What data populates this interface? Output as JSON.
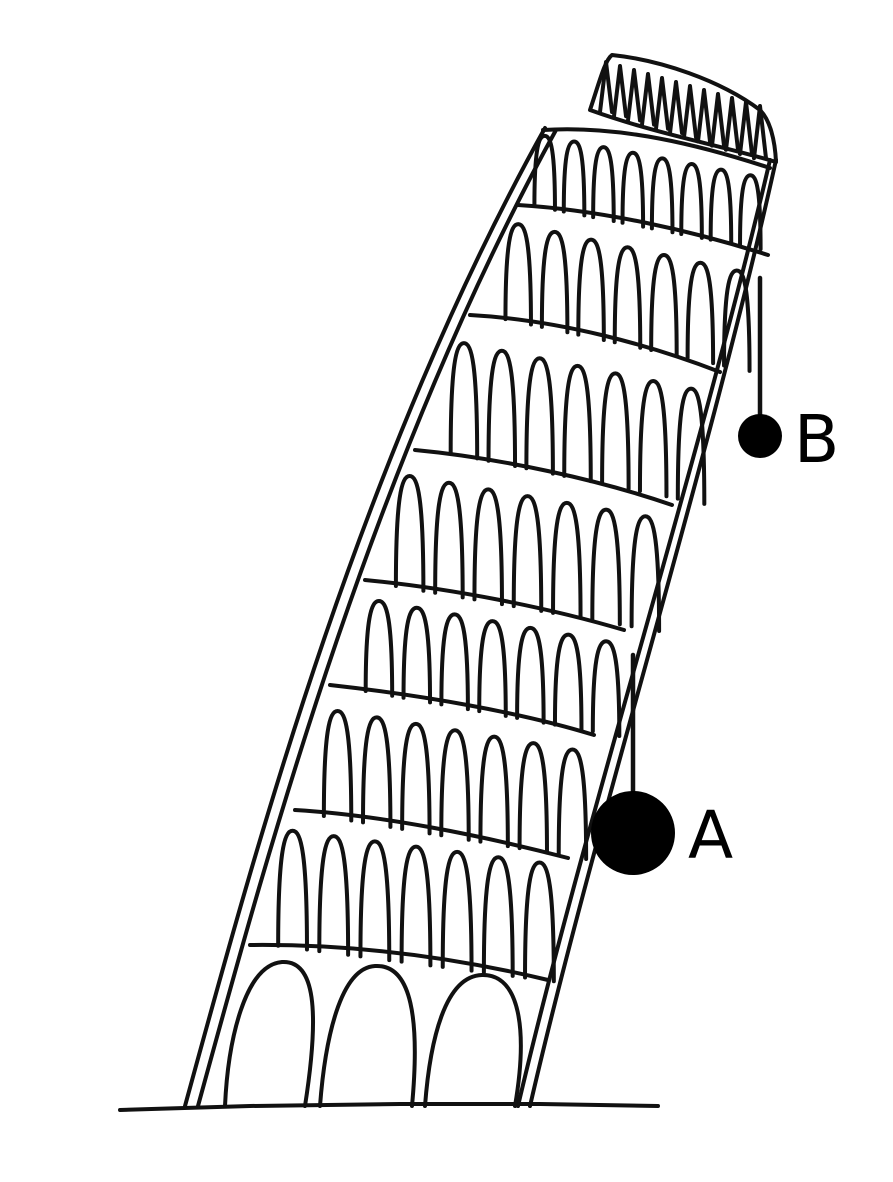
{
  "diagram": {
    "points": [
      {
        "id": "A",
        "label": "A"
      },
      {
        "id": "B",
        "label": "B"
      }
    ],
    "colors": {
      "ink": "#111111",
      "background": "#ffffff"
    }
  }
}
